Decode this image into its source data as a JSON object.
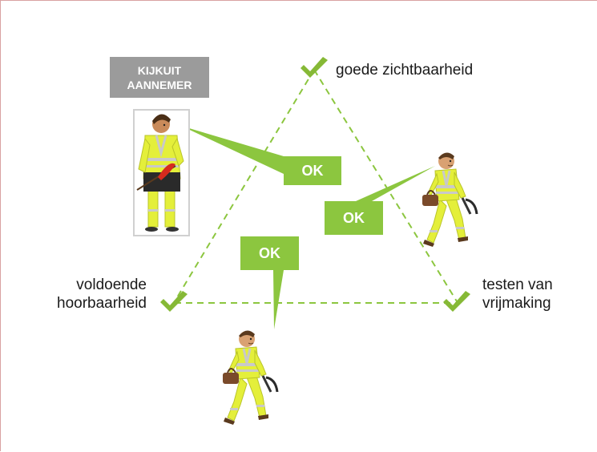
{
  "labels": {
    "top": "goede zichtbaarheid",
    "left": "voldoende\nhoorbaarheid",
    "right": "testen van\nvrijmaking"
  },
  "badge": {
    "line1": "KIJKUIT",
    "line2": "AANNEMER"
  },
  "callouts": {
    "top": "OK",
    "right": "OK",
    "bottom": "OK"
  },
  "colors": {
    "green": "#8cc63f",
    "check": "#86b936",
    "badge": "#9b9b9b",
    "vest": "#e4ef3a"
  },
  "icons": {
    "check": "check-icon",
    "lookout": "lookout-person-icon",
    "worker": "walking-worker-icon"
  }
}
